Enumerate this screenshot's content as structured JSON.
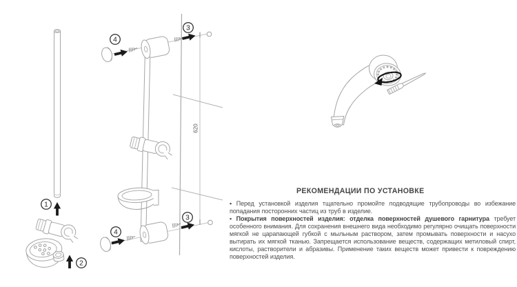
{
  "diagram": {
    "step1": "1",
    "step2": "2",
    "step3": "3",
    "step4": "4",
    "dimension_mm": "620"
  },
  "recommendations": {
    "title": "РЕКОМЕНДАЦИИ ПО УСТАНОВКЕ",
    "bullet": "•",
    "item1": "Перед установкой изделия тщательно промойте подводящие трубопроводы во избежание попадания посторонних частиц из труб в изделие.",
    "item2_bold": "Покрытия поверхностей изделия: отделка поверхностей душевого гарнитура",
    "item2_rest": "требует особенного внимания. Для сохранения внешнего вида необходимо регулярно очищать поверхности мягкой не царапающей губкой с мыльным раствором, затем промывать поверхности и насухо вытирать их мягкой тканью. Запрещается использование веществ, содержащих метиловый спирт, кислоты, растворители и абразивы. Применение таких веществ может привести к повреждению поверхностей изделия."
  }
}
